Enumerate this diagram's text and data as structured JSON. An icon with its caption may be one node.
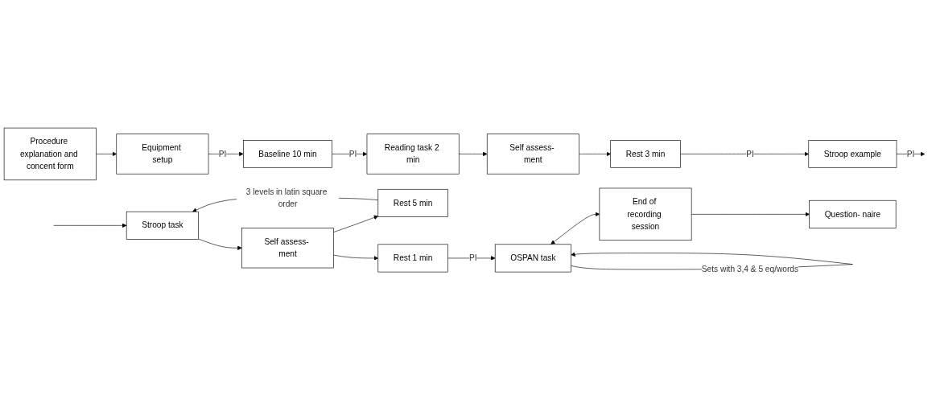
{
  "diagram": {
    "nodes": [
      {
        "text": [
          "Procedure explanation and concent form"
        ]
      },
      {
        "text": [
          "Equipment setup"
        ]
      },
      {
        "text": [
          "Baseline 10 min"
        ]
      },
      {
        "text": [
          "Reading task 2 min"
        ]
      },
      {
        "text": [
          "Self assess- ment"
        ]
      },
      {
        "text": [
          "Rest 3 min"
        ]
      },
      {
        "text": [
          "Stroop example"
        ]
      },
      {
        "text": [
          "Stroop task"
        ]
      },
      {
        "text": [
          "Self assess- ment"
        ]
      },
      {
        "text": [
          "Rest 5 min"
        ]
      },
      {
        "text": [
          "Rest 1 min"
        ]
      },
      {
        "text": [
          "OSPAN task"
        ]
      },
      {
        "text": [
          "End of recording session"
        ]
      },
      {
        "text": [
          "Question- naire"
        ]
      }
    ],
    "edges": [
      {
        "from": 0,
        "to": 1,
        "arrow": "to"
      },
      {
        "from": 1,
        "to": 2,
        "arrow": "to",
        "label": "PI"
      },
      {
        "from": 2,
        "to": 3,
        "arrow": "to",
        "label": "PI"
      },
      {
        "from": 3,
        "to": 4,
        "arrow": "to"
      },
      {
        "from": 4,
        "to": 5,
        "arrow": "to"
      },
      {
        "from": 5,
        "to": 6,
        "arrow": "to",
        "label": "PI"
      },
      {
        "from": 6,
        "to": null,
        "arrow": "to",
        "label": "PI"
      },
      {
        "from": null,
        "to": 7,
        "arrow": "to"
      },
      {
        "from": 7,
        "to": 8,
        "arrow": "to"
      },
      {
        "from": 8,
        "to": 9,
        "arrow": "to"
      },
      {
        "from": 9,
        "to": 7,
        "arrow": "to",
        "label": "3 levels in latin square order"
      },
      {
        "from": 8,
        "to": 10,
        "arrow": "to"
      },
      {
        "from": 10,
        "to": 11,
        "arrow": "to",
        "label": "PI"
      },
      {
        "from": 11,
        "to": 11,
        "arrow": "to",
        "label": "Sets with 3,4 & 5 eq/words"
      },
      {
        "from": 11,
        "to": 12,
        "arrow": "both"
      },
      {
        "from": 12,
        "to": 13,
        "arrow": "to"
      }
    ]
  }
}
